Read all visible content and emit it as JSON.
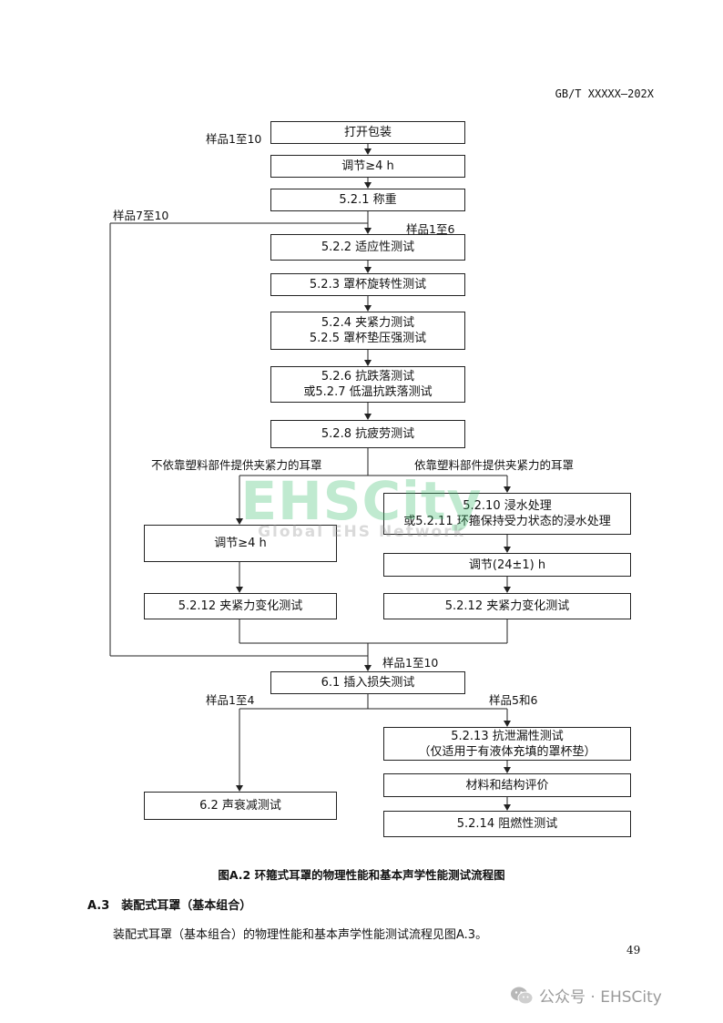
{
  "header_code": "GB/T XXXXX—202X",
  "flowchart": {
    "boxes": {
      "open_package": "打开包装",
      "condition_4h": "调节≥4 h",
      "weigh": "5.2.1 称重",
      "adaptability": "5.2.2 适应性测试",
      "rotation": "5.2.3 罩杯旋转性测试",
      "clamp_line1": "5.2.4 夹紧力测试",
      "clamp_line2": "5.2.5 罩杯垫压强测试",
      "drop_line1": "5.2.6 抗跌落测试",
      "drop_line2": "或5.2.7 低温抗跌落测试",
      "fatigue": "5.2.8 抗疲劳测试",
      "soak_line1": "5.2.10 浸水处理",
      "soak_line2": "或5.2.11 环箍保持受力状态的浸水处理",
      "left_condition": "调节≥4 h",
      "right_condition": "调节(24±1) h",
      "left_clamp_change": "5.2.12 夹紧力变化测试",
      "right_clamp_change": "5.2.12 夹紧力变化测试",
      "insertion_loss": "6.1 插入损失测试",
      "leak_line1": "5.2.13 抗泄漏性测试",
      "leak_line2": "（仅适用于有液体充填的罩杯垫）",
      "material": "材料和结构评价",
      "flame": "5.2.14 阻燃性测试",
      "attenuation": "6.2 声衰减测试"
    },
    "labels": {
      "samples_1_10_top": "样品1至10",
      "samples_7_10": "样品7至10",
      "samples_1_6": "样品1至6",
      "no_plastic": "不依靠塑料部件提供夹紧力的耳罩",
      "with_plastic": "依靠塑料部件提供夹紧力的耳罩",
      "samples_1_10_mid": "样品1至10",
      "samples_1_4": "样品1至4",
      "samples_5_6": "样品5和6"
    }
  },
  "caption": "图A.2 环箍式耳罩的物理性能和基本声学性能测试流程图",
  "section": "A.3　装配式耳罩（基本组合）",
  "paragraph": "装配式耳罩（基本组合）的物理性能和基本声学性能测试流程见图A.3。",
  "page_number": "49",
  "watermark": {
    "big": "EHSCity",
    "small": "Global EHS Network"
  },
  "footer_watermark": "公众号 · EHSCity"
}
